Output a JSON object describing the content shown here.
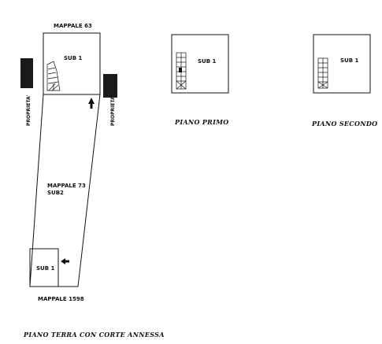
{
  "labels": {
    "mappale_63": "MAPPALE 63",
    "mappale_73": "MAPPALE 73",
    "sub2": "SUB2",
    "mappale_1598": "MAPPALE 1598",
    "sub1": "SUB 1",
    "proprieta": "PROPRIETA'"
  },
  "captions": {
    "ground_floor": "PIANO TERRA CON CORTE ANNESSA",
    "first_floor": "PIANO PRIMO",
    "second_floor": "PIANO SECONDO"
  },
  "colors": {
    "ink": "#111111",
    "block": "#1a1a1a",
    "paper": "#ffffff"
  },
  "icons": {
    "stair": "staircase-icon",
    "arrow_up": "arrow-up-icon",
    "arrow_left": "arrow-left-icon"
  }
}
